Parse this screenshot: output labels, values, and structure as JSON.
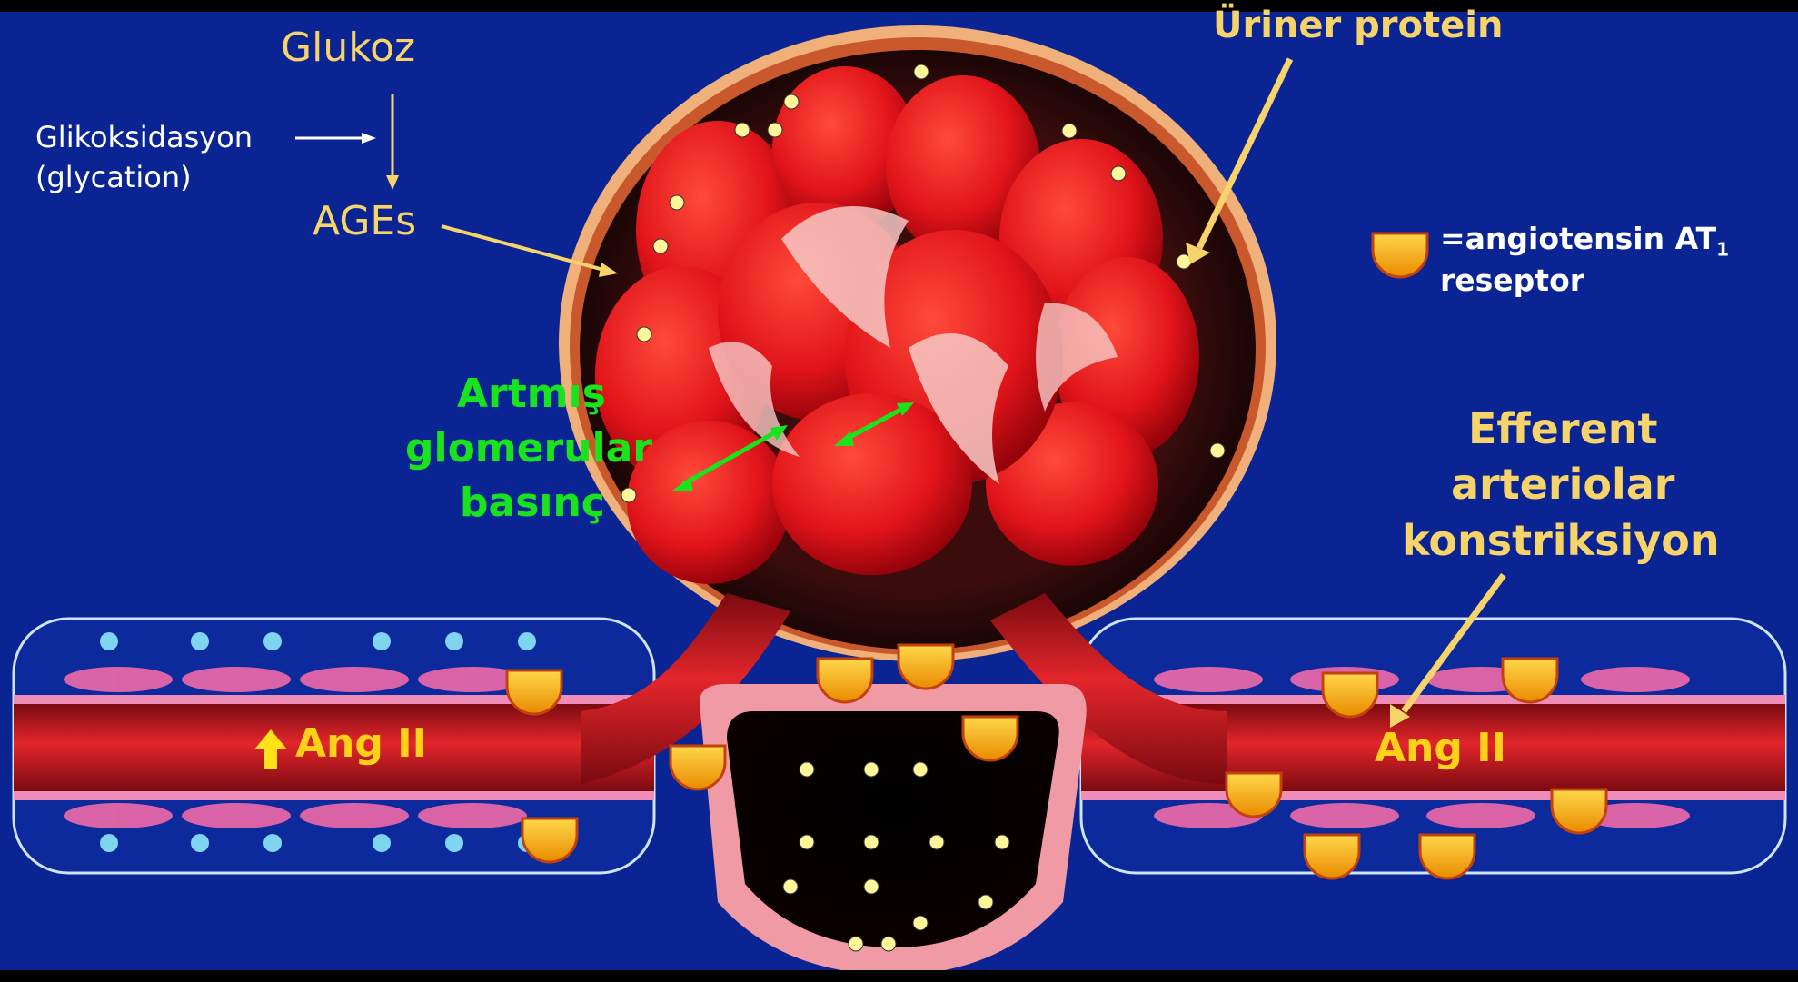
{
  "labels": {
    "glukoz": "Glukoz",
    "glikoksidasyon": "Glikoksidasyon",
    "glycation": "(glycation)",
    "ages": "AGEs",
    "uriner_protein": "Üriner protein",
    "legend_text": "=angiotensin AT",
    "legend_subscript": "1",
    "legend_line2": "reseptor",
    "artmis_line1": "Artmış",
    "artmis_line2": "glomerular",
    "artmis_line3": "basınç",
    "efferent_line1": "Efferent",
    "efferent_line2": "arteriolar",
    "efferent_line3": "konstriksiyon",
    "ang_left": "Ang II",
    "ang_right": "Ang II"
  },
  "colors": {
    "background": "#0b2494",
    "label_yellow": "#f7d46a",
    "label_green": "#18e31d",
    "label_white": "#ffffff",
    "ang_yellow": "#ffd21a",
    "vessel_red": "#c8141c",
    "capsule_orange": "#e89a5a",
    "receptor_gold": "#f5a800"
  },
  "icons": {
    "receptor": "angiotensin-receptor-cup-icon",
    "up_arrow": "up-arrow-icon"
  }
}
